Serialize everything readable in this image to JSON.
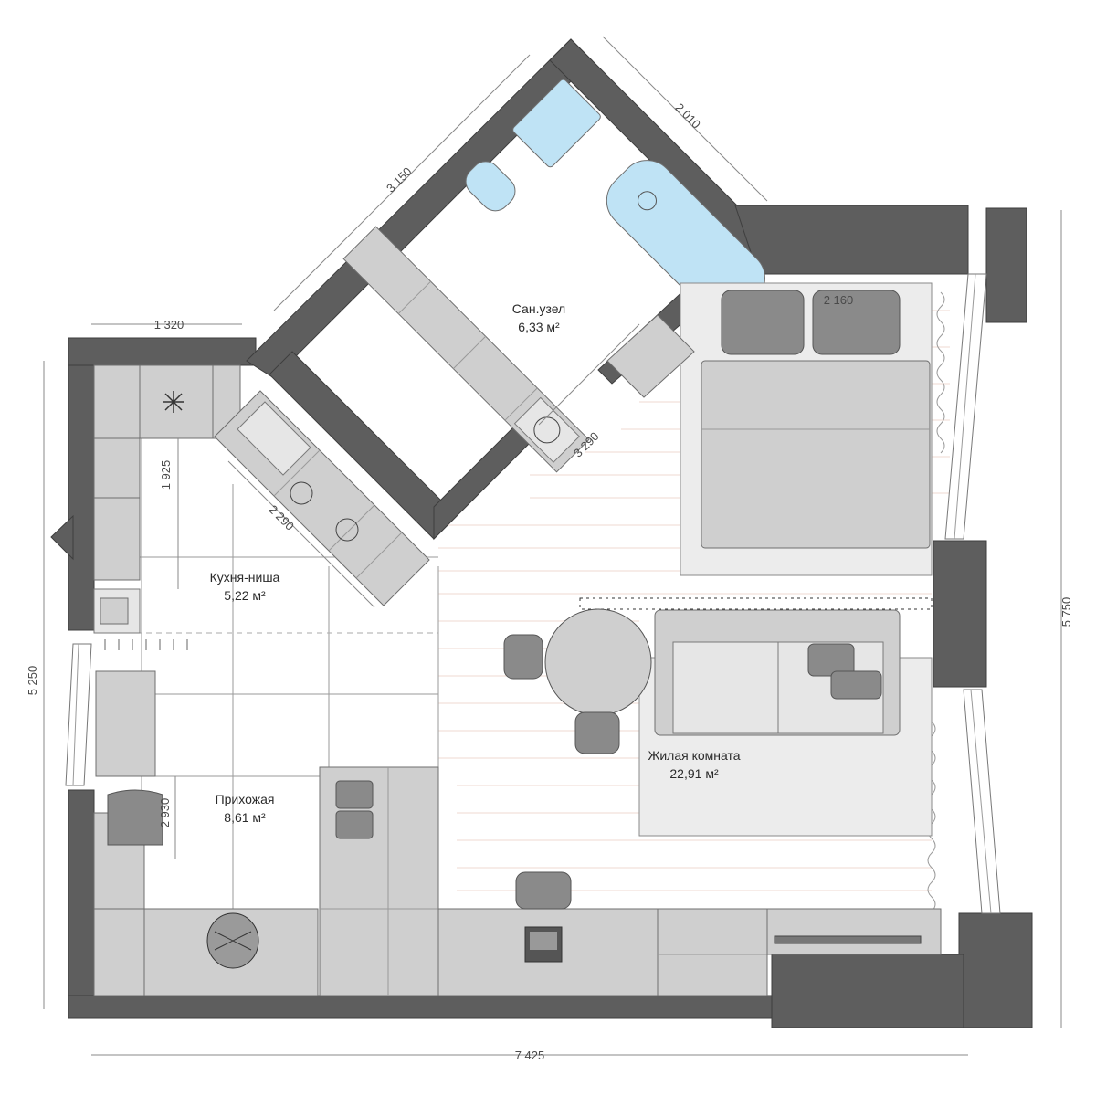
{
  "rooms": {
    "bathroom": {
      "name": "Сан.узел",
      "area": "6,33 м²"
    },
    "kitchen": {
      "name": "Кухня-ниша",
      "area": "5,22 м²"
    },
    "hallway": {
      "name": "Прихожая",
      "area": "8,61 м²"
    },
    "living": {
      "name": "Жилая комната",
      "area": "22,91 м²"
    }
  },
  "dimensions": {
    "top_left_wall": "3 150",
    "top_right_wall": "2 010",
    "left_top": "1 320",
    "kitchen_depth": "1 925",
    "kitchen_counter": "2 290",
    "bath_partition": "3 290",
    "bed_width": "2 160",
    "left_total": "5 250",
    "hall_depth": "2 930",
    "right_total": "5 750",
    "bottom_total": "7 425"
  },
  "colors": {
    "wall": "#5e5e5e",
    "furniture": "#cfcfcf",
    "water": "#bfe3f5",
    "floor_lines": "#efd9d0"
  },
  "icons": [
    "snowflake-icon",
    "laptop-icon",
    "tv-icon",
    "plant-icon"
  ]
}
